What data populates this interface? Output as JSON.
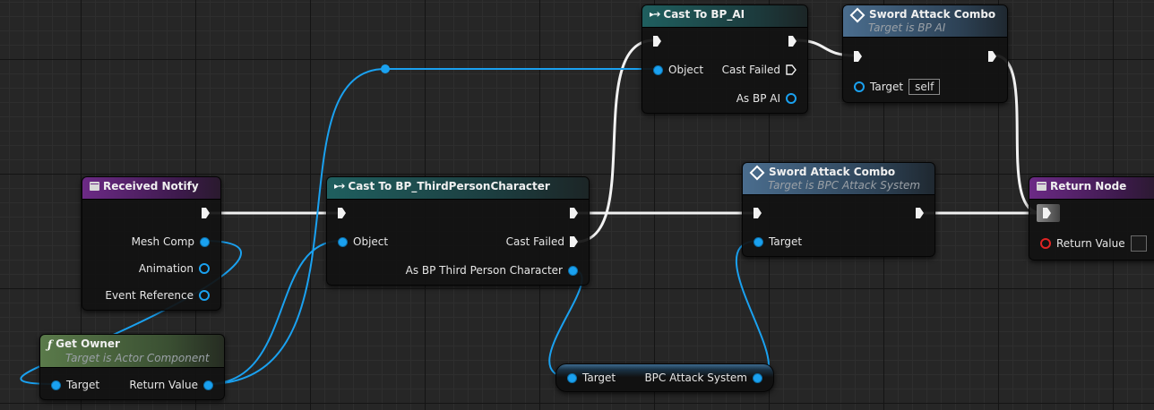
{
  "nodes": {
    "received_notify": {
      "title": "Received Notify",
      "pins": {
        "mesh_comp": "Mesh Comp",
        "animation": "Animation",
        "event_reference": "Event Reference"
      }
    },
    "get_owner": {
      "title": "Get Owner",
      "subtitle": "Target is Actor Component",
      "pins": {
        "target": "Target",
        "return_value": "Return Value"
      }
    },
    "cast_third_person": {
      "title": "Cast To BP_ThirdPersonCharacter",
      "pins": {
        "object": "Object",
        "cast_failed": "Cast Failed",
        "as_bp": "As BP Third Person Character"
      }
    },
    "cast_ai": {
      "title": "Cast To BP_AI",
      "pins": {
        "object": "Object",
        "cast_failed": "Cast Failed",
        "as_bp": "As BP AI"
      }
    },
    "sword_combo_ai": {
      "title": "Sword Attack Combo",
      "subtitle": "Target is BP AI",
      "pins": {
        "target": "Target",
        "target_value": "self"
      }
    },
    "sword_combo_bpc": {
      "title": "Sword Attack Combo",
      "subtitle": "Target is BPC Attack System",
      "pins": {
        "target": "Target"
      }
    },
    "return_node": {
      "title": "Return Node",
      "pins": {
        "return_value": "Return Value"
      }
    },
    "bpc_getter": {
      "pins": {
        "target": "Target",
        "output": "BPC Attack System"
      }
    }
  },
  "colors": {
    "exec_wire": "#f2f2f2",
    "object_wire": "#1aa1f0",
    "bool_pin": "#e02424",
    "event_header": "#6c2a86",
    "cast_header": "#1f5f5f",
    "function_header": "#4a6d8e",
    "pure_header": "#5a7a4a"
  },
  "icons": {
    "event": "event-icon",
    "cast": "cast-icon",
    "function": "function-diamond-icon",
    "pure_function": "function-f-icon"
  }
}
